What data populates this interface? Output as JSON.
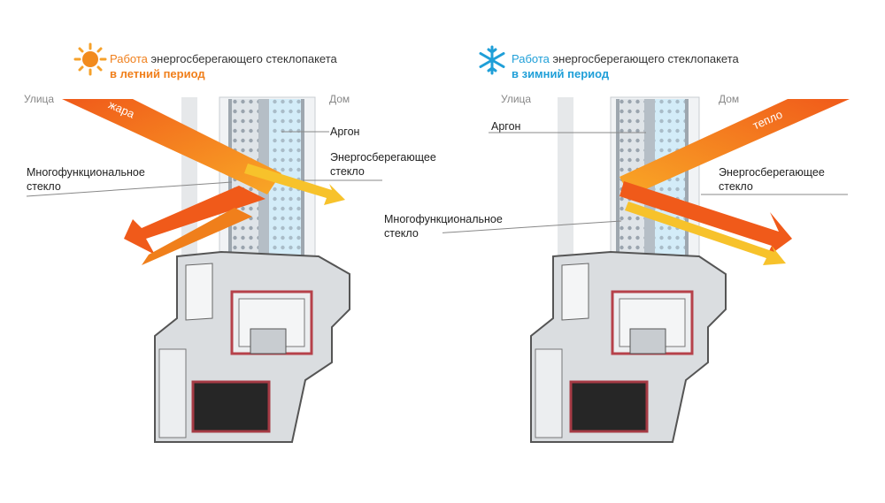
{
  "colors": {
    "summer_accent": "#f07f1b",
    "winter_accent": "#1f9fd8",
    "heat_arrow": "#f26a1b",
    "reflect_arrow": "#f7c22b"
  },
  "summer": {
    "title_accent": "Работа",
    "title_rest": " энергосберегающего стеклопакета",
    "title_line2": "в летний период",
    "icon": "sun-icon",
    "street": "Улица",
    "home": "Дом",
    "arrow_label": "жара",
    "argon": "Аргон",
    "energy_glass_1": "Энергосберегающее",
    "energy_glass_2": "стекло",
    "multi_glass_1": "Многофункциональное",
    "multi_glass_2": "стекло"
  },
  "winter": {
    "title_accent": "Работа",
    "title_rest": " энергосберегающего стеклопакета",
    "title_line2": "в зимний период",
    "icon": "snowflake-icon",
    "street": "Улица",
    "home": "Дом",
    "arrow_label": "тепло",
    "argon": "Аргон",
    "energy_glass_1": "Энергосберегающее",
    "energy_glass_2": "стекло",
    "multi_glass_1": "Многофункциональное",
    "multi_glass_2": "стекло"
  }
}
